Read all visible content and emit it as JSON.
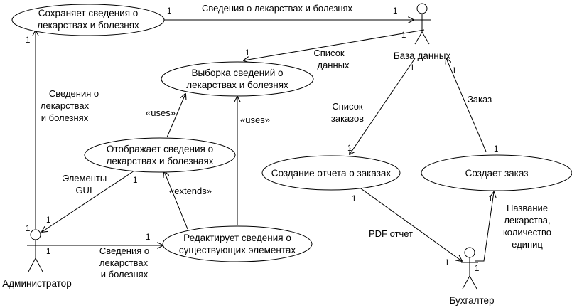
{
  "actors": {
    "database": "База данных",
    "admin": "Администратор",
    "accountant": "Бухгалтер"
  },
  "use_cases": {
    "save": [
      "Сохраняет сведения о",
      "лекарствах и болезнях"
    ],
    "select": [
      "Выборка сведений о",
      "лекарствах и болезнях"
    ],
    "display": [
      "Отображает сведения о",
      "лекарствах и болезнаях"
    ],
    "edit": [
      "Редактирует сведения о",
      "существующих элементах"
    ],
    "report": [
      "Создание отчета о заказах"
    ],
    "order": [
      "Создает заказ"
    ]
  },
  "edge_labels": {
    "save_to_db": [
      "Сведения о лекарствах и болезнях"
    ],
    "db_to_select": [
      "Список",
      "данных"
    ],
    "admin_to_save": [
      "Сведения о",
      "лекарствах",
      "и болезнях"
    ],
    "display_uses": [
      "«uses»"
    ],
    "edit_uses": [
      "«uses»"
    ],
    "edit_extends": [
      "«extends»"
    ],
    "gui": [
      "Элементы",
      "GUI"
    ],
    "admin_to_edit": [
      "Сведения о",
      "лекарствах",
      "и болезнях"
    ],
    "db_to_report": [
      "Список",
      "заказов"
    ],
    "order_to_db": [
      "Заказ"
    ],
    "report_to_acc": [
      "PDF отчет"
    ],
    "acc_to_order": [
      "Название",
      "лекарства,",
      "количество",
      "единиц"
    ]
  },
  "multiplicities": {
    "m1": "1",
    "m2": "1",
    "m3": "1",
    "m4": "1",
    "m5": "1",
    "m6": "1",
    "m7": "1",
    "m8": "1",
    "m9": "1",
    "m10": "1",
    "m11": "1",
    "m12": "1",
    "m13": "1",
    "m14": "1",
    "m15": "1",
    "m16": "1",
    "m17": "1",
    "m18": "1"
  },
  "colors": {
    "stroke": "#000000",
    "fill": "#ffffff",
    "text": "#000000"
  }
}
